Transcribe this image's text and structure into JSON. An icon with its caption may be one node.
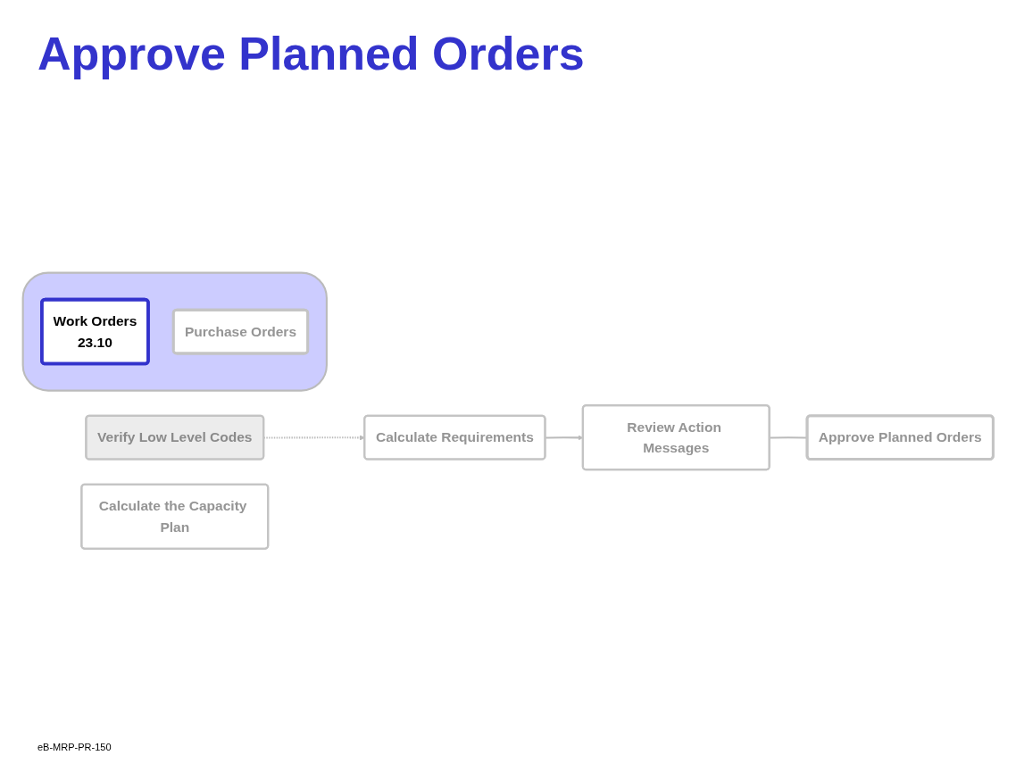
{
  "diagram": {
    "title": "Approve Planned Orders",
    "nodes": [
      {
        "text": [
          "Verify Low Level Codes"
        ]
      },
      {
        "text": [
          "Calculate Requirements"
        ]
      },
      {
        "text": [
          "Review Action Messages"
        ]
      },
      {
        "text": [
          "Approve Planned Orders"
        ]
      },
      {
        "text": [],
        "shape": "box"
      },
      {
        "text": [
          "Work Orders",
          "23.10"
        ],
        "in": 4
      },
      {
        "text": [
          "Purchase Orders"
        ],
        "in": 4
      },
      {
        "text": [
          "Calculate the Capacity Plan"
        ]
      }
    ],
    "edges": [
      {
        "from": 0,
        "to": 1,
        "arrow": "to",
        "style": "dashed"
      },
      {
        "from": 1,
        "to": 2,
        "arrow": "to"
      },
      {
        "from": 2,
        "to": 3,
        "arrow": "none"
      }
    ],
    "labels": [
      "eB-MRP-PR-150"
    ]
  }
}
